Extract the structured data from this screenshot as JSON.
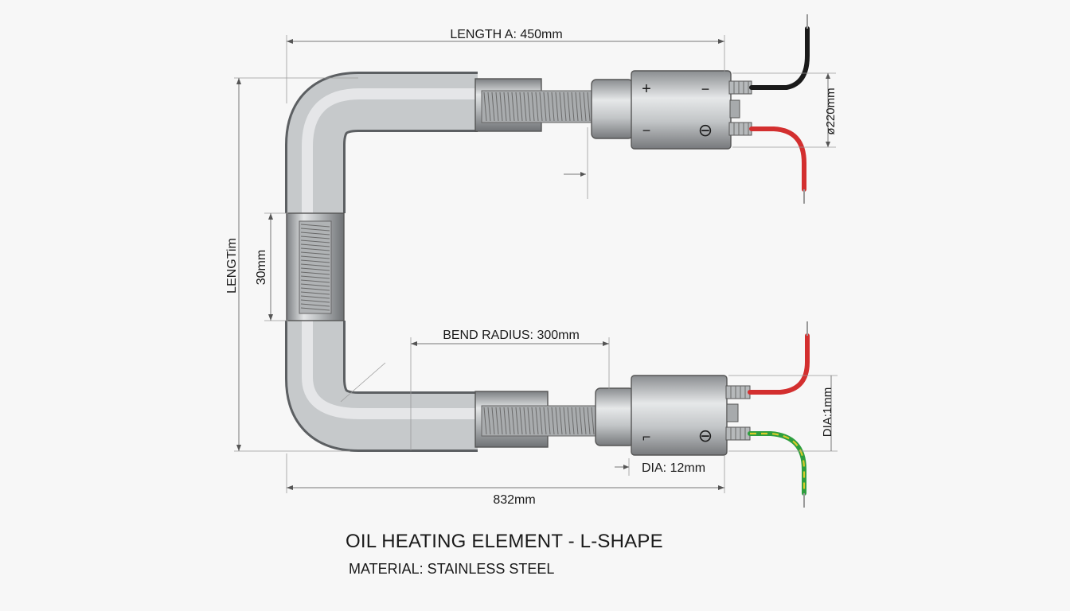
{
  "labels": {
    "length_a": "LENGTH A: 450mm",
    "length_left": "LENGTim",
    "section": "30mm",
    "bend_radius": "BEND RADIUS: 300mm",
    "overall": "832mm",
    "dia_terminal_top": "ø220mm",
    "dia_terminal_bottom": "DIA:1mm",
    "dia_tube": "DIA: 12mm"
  },
  "terminal_marks": {
    "top": [
      "+",
      "−",
      "−",
      "⊖"
    ],
    "bottom": [
      "⌐",
      "⊖"
    ]
  },
  "title": "OIL HEATING ELEMENT - L-SHAPE",
  "subtitle": "MATERIAL: STAINLESS STEEL",
  "colors": {
    "wire_black": "#1a1a1a",
    "wire_red": "#d32f2f",
    "wire_green": "#2e9e3e",
    "wire_yellow": "#d8cc2a",
    "steel": "#b9bcbe"
  }
}
